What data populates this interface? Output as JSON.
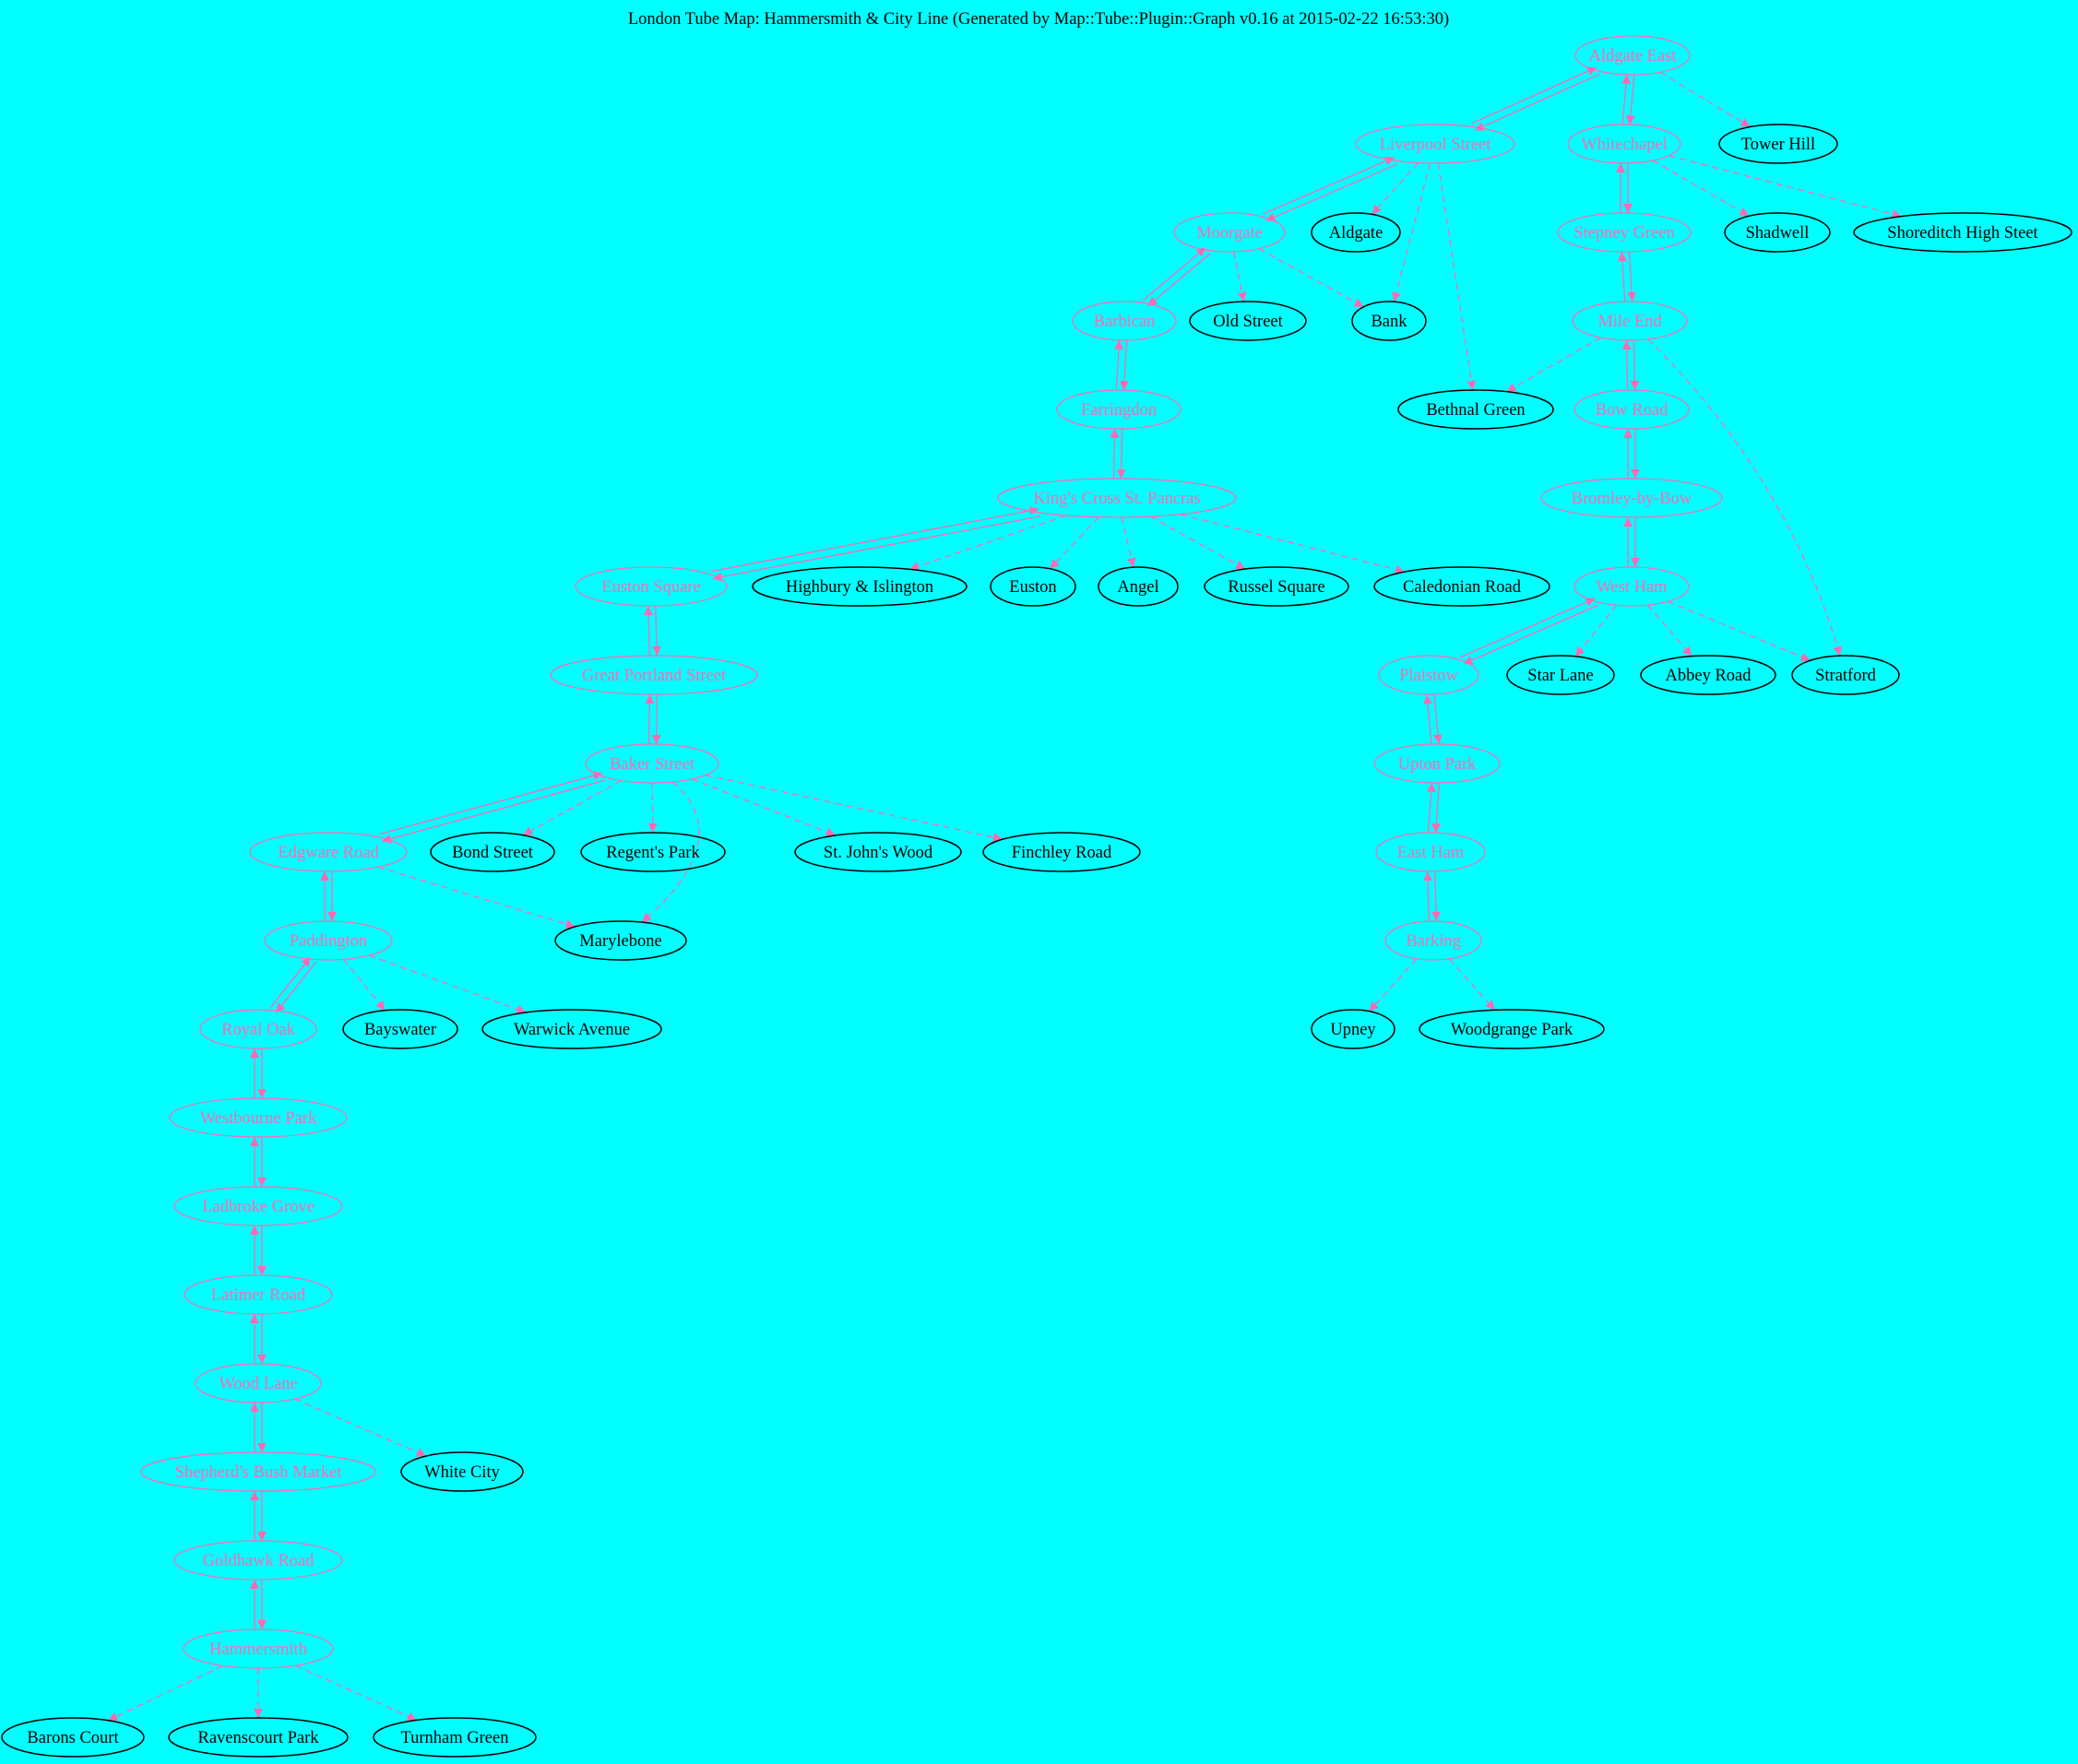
{
  "title": "London Tube Map: Hammersmith & City Line (Generated by Map::Tube::Plugin::Graph v0.16 at 2015-02-22 16:53:30)",
  "colors": {
    "background": "#00ffff",
    "line": "#ff69b4",
    "station_text": "#ff69b4",
    "neighbour_text": "#000000",
    "neighbour_stroke": "#000000"
  },
  "line_stations": [
    "Aldgate East",
    "Liverpool Street",
    "Whitechapel",
    "Moorgate",
    "Stepney Green",
    "Barbican",
    "Mile End",
    "Farringdon",
    "Bow Road",
    "King's Cross St. Pancras",
    "Bromley-by-Bow",
    "Euston Square",
    "West Ham",
    "Great Portland Street",
    "Plaistow",
    "Baker Street",
    "Upton Park",
    "Edgware Road",
    "East Ham",
    "Paddington",
    "Barking",
    "Royal Oak",
    "Westbourne Park",
    "Ladbroke Grove",
    "Latimer Road",
    "Wood Lane",
    "Shepherd's Bush Market",
    "Goldhawk Road",
    "Hammersmith"
  ],
  "connecting_stations": [
    "Tower Hill",
    "Aldgate",
    "Shadwell",
    "Shoreditch High Steet",
    "Old Street",
    "Bank",
    "Bethnal Green",
    "Highbury & Islington",
    "Euston",
    "Angel",
    "Russel Square",
    "Caledonian Road",
    "Star Lane",
    "Abbey Road",
    "Stratford",
    "Bond Street",
    "Regent's Park",
    "St. John's Wood",
    "Finchley Road",
    "Marylebone",
    "Bayswater",
    "Warwick Avenue",
    "Upney",
    "Woodgrange Park",
    "White City",
    "Barons Court",
    "Ravenscourt Park",
    "Turnham Green"
  ],
  "line_edges": [
    [
      "Aldgate East",
      "Liverpool Street"
    ],
    [
      "Aldgate East",
      "Whitechapel"
    ],
    [
      "Liverpool Street",
      "Moorgate"
    ],
    [
      "Moorgate",
      "Barbican"
    ],
    [
      "Barbican",
      "Farringdon"
    ],
    [
      "Farringdon",
      "King's Cross St. Pancras"
    ],
    [
      "King's Cross St. Pancras",
      "Euston Square"
    ],
    [
      "Euston Square",
      "Great Portland Street"
    ],
    [
      "Great Portland Street",
      "Baker Street"
    ],
    [
      "Baker Street",
      "Edgware Road"
    ],
    [
      "Edgware Road",
      "Paddington"
    ],
    [
      "Paddington",
      "Royal Oak"
    ],
    [
      "Royal Oak",
      "Westbourne Park"
    ],
    [
      "Westbourne Park",
      "Ladbroke Grove"
    ],
    [
      "Ladbroke Grove",
      "Latimer Road"
    ],
    [
      "Latimer Road",
      "Wood Lane"
    ],
    [
      "Wood Lane",
      "Shepherd's Bush Market"
    ],
    [
      "Shepherd's Bush Market",
      "Goldhawk Road"
    ],
    [
      "Goldhawk Road",
      "Hammersmith"
    ],
    [
      "Whitechapel",
      "Stepney Green"
    ],
    [
      "Stepney Green",
      "Mile End"
    ],
    [
      "Mile End",
      "Bow Road"
    ],
    [
      "Bow Road",
      "Bromley-by-Bow"
    ],
    [
      "Bromley-by-Bow",
      "West Ham"
    ],
    [
      "West Ham",
      "Plaistow"
    ],
    [
      "Plaistow",
      "Upton Park"
    ],
    [
      "Upton Park",
      "East Ham"
    ],
    [
      "East Ham",
      "Barking"
    ]
  ],
  "link_edges": [
    [
      "Aldgate East",
      "Tower Hill"
    ],
    [
      "Liverpool Street",
      "Aldgate"
    ],
    [
      "Liverpool Street",
      "Bank"
    ],
    [
      "Liverpool Street",
      "Bethnal Green"
    ],
    [
      "Whitechapel",
      "Shadwell"
    ],
    [
      "Whitechapel",
      "Shoreditch High Steet"
    ],
    [
      "Moorgate",
      "Old Street"
    ],
    [
      "Moorgate",
      "Bank"
    ],
    [
      "Mile End",
      "Bethnal Green"
    ],
    [
      "Mile End",
      "Stratford"
    ],
    [
      "King's Cross St. Pancras",
      "Highbury & Islington"
    ],
    [
      "King's Cross St. Pancras",
      "Euston"
    ],
    [
      "King's Cross St. Pancras",
      "Angel"
    ],
    [
      "King's Cross St. Pancras",
      "Russel Square"
    ],
    [
      "King's Cross St. Pancras",
      "Caledonian Road"
    ],
    [
      "West Ham",
      "Star Lane"
    ],
    [
      "West Ham",
      "Abbey Road"
    ],
    [
      "West Ham",
      "Stratford"
    ],
    [
      "Baker Street",
      "Bond Street"
    ],
    [
      "Baker Street",
      "Regent's Park"
    ],
    [
      "Baker Street",
      "St. John's Wood"
    ],
    [
      "Baker Street",
      "Finchley Road"
    ],
    [
      "Baker Street",
      "Marylebone"
    ],
    [
      "Edgware Road",
      "Marylebone"
    ],
    [
      "Paddington",
      "Bayswater"
    ],
    [
      "Paddington",
      "Warwick Avenue"
    ],
    [
      "Barking",
      "Upney"
    ],
    [
      "Barking",
      "Woodgrange Park"
    ],
    [
      "Wood Lane",
      "White City"
    ],
    [
      "Hammersmith",
      "Barons Court"
    ],
    [
      "Hammersmith",
      "Ravenscourt Park"
    ],
    [
      "Hammersmith",
      "Turnham Green"
    ]
  ]
}
